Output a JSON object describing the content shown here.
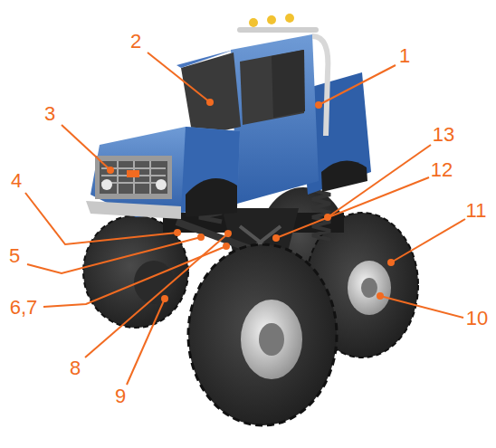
{
  "diagram": {
    "labels": [
      "1",
      "2",
      "3",
      "4",
      "5",
      "6,7",
      "8",
      "9",
      "10",
      "11",
      "12",
      "13"
    ]
  }
}
